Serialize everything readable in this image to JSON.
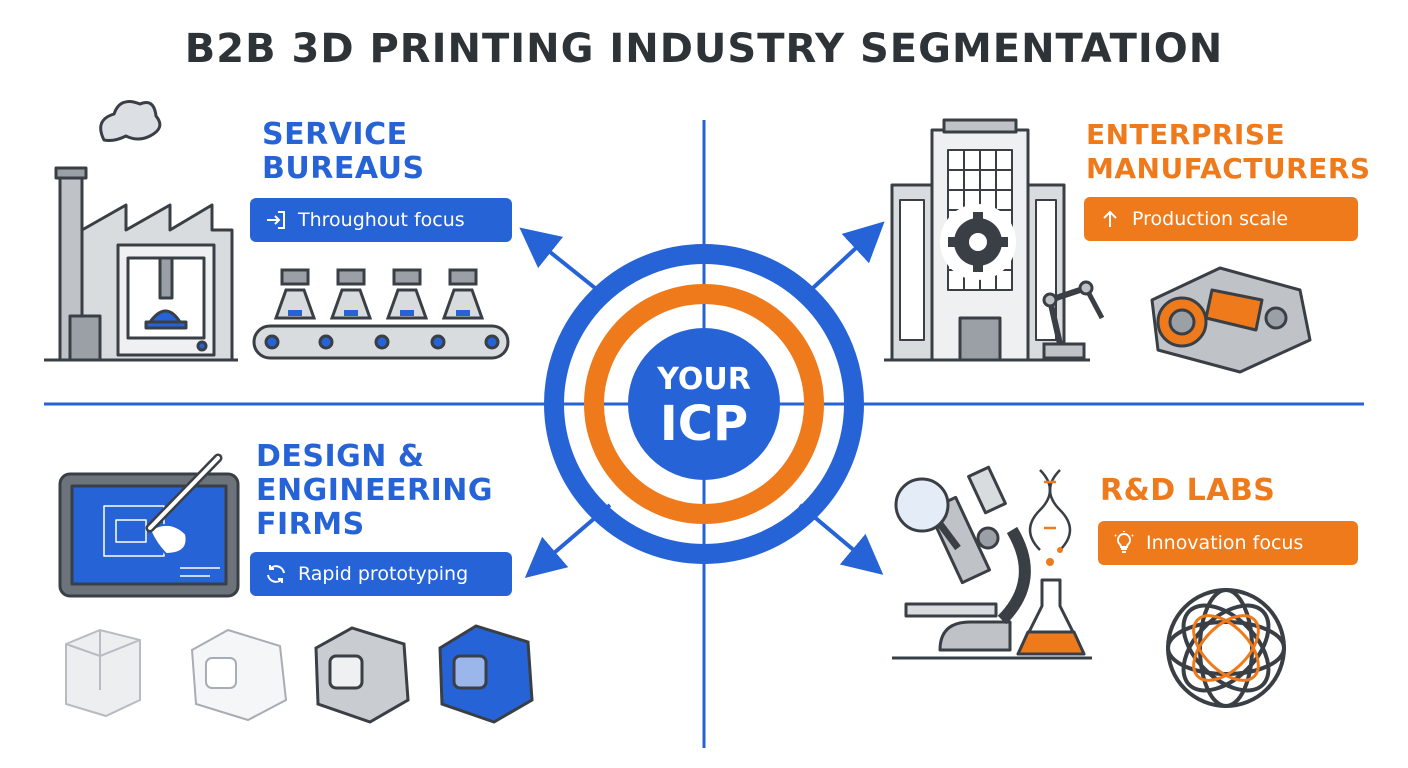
{
  "title": "B2B 3D PRINTING INDUSTRY SEGMENTATION",
  "center": {
    "line1": "YOUR",
    "line2": "ICP"
  },
  "colors": {
    "blue": "#2563d6",
    "orange": "#ee7a1c",
    "text": "#2e3338",
    "gray": "#bfc3c8"
  },
  "segments": [
    {
      "title_line1": "SERVICE",
      "title_line2": "BUREAUS",
      "title_line3": "",
      "tag": "Throughout focus",
      "tag_icon": "arrow-into-box-icon",
      "color": "blue"
    },
    {
      "title_line1": "ENTERPRISE",
      "title_line2": "MANUFACTURERS",
      "title_line3": "",
      "tag": "Production scale",
      "tag_icon": "arrow-up-icon",
      "color": "orange"
    },
    {
      "title_line1": "DESIGN &",
      "title_line2": "ENGINEERING",
      "title_line3": "FIRMS",
      "tag": "Rapid prototyping",
      "tag_icon": "refresh-icon",
      "color": "blue"
    },
    {
      "title_line1": "R&D LABS",
      "title_line2": "",
      "title_line3": "",
      "tag": "Innovation focus",
      "tag_icon": "lightbulb-icon",
      "color": "orange"
    }
  ]
}
